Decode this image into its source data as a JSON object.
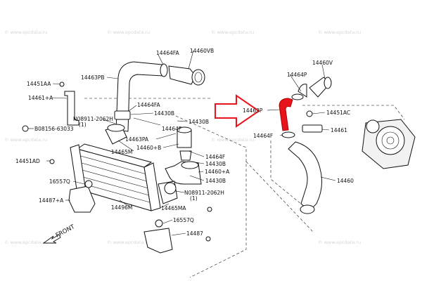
{
  "watermarks": [
    "© www.epcdata.ru",
    "© www.epcdata.ru",
    "© www.epcdata.ru",
    "© www.epcdata.ru",
    "© www.epcdata.ru",
    "© www.epcdata.ru",
    "© www.epcdata.ru",
    "© www.epcdata.ru",
    "© www.epcdata.ru"
  ],
  "labels": {
    "l14464FA_top": "14464FA",
    "l14460VB": "14460VB",
    "l14463PB": "14463PB",
    "l14451AA": "14451AA",
    "l14461A": "14461+A",
    "l14464FA_mid": "14464FA",
    "l14430B_1": "14430B",
    "l08911_top": "N08911-2062H",
    "l08911_top_q": "(1)",
    "l08156": "B08156-63033",
    "l14464F_left": "14464F",
    "l14430B_2": "14430B",
    "l14463PA": "14463PA",
    "l14465M": "14465M",
    "l14460B": "14460+B",
    "l14451AD": "14451AD",
    "l14464F_mid": "14464F",
    "l14430B_3": "14430B",
    "l14460A": "14460+A",
    "l14430B_4": "14430B",
    "l16557Q_left": "16557Q",
    "l08911_bot": "N08911-2062H",
    "l08911_bot_q": "(1)",
    "l14487A": "14487+A",
    "l14496M": "14496M",
    "l14465MA": "14465MA",
    "l16557Q_bot": "16557Q",
    "l14487": "14487",
    "l14460V": "14460V",
    "l14464P": "14464P",
    "l14463P": "14463P",
    "l14451AC": "14451AC",
    "l14464F_right": "14464F",
    "l14461": "14461",
    "l14460": "14460",
    "front": "FRONT"
  },
  "colors": {
    "highlight_part": "#e8141c",
    "arrow_outline": "#e8141c",
    "line": "#111111",
    "watermark": "#d6d6d6"
  },
  "icons": {
    "callout_arrow": "red-outline-arrow-icon",
    "front_arrow": "front-direction-arrow-icon"
  }
}
